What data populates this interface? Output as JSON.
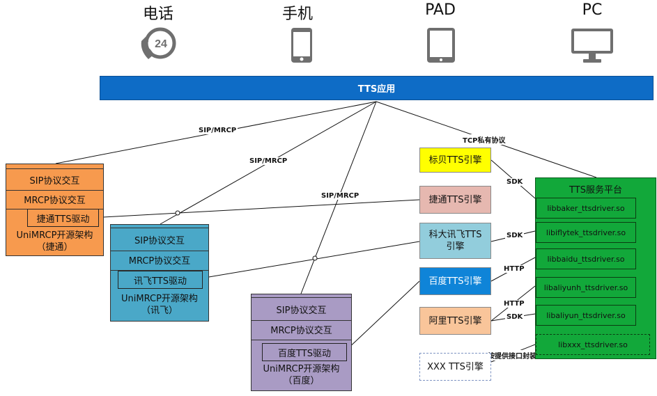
{
  "devices": [
    {
      "label": "电话",
      "icon": "phone-24-icon"
    },
    {
      "label": "手机",
      "icon": "mobile-phone-icon"
    },
    {
      "label": "PAD",
      "icon": "tablet-icon"
    },
    {
      "label": "PC",
      "icon": "desktop-monitor-icon"
    }
  ],
  "phone_badge": "24",
  "app_bar": "TTS应用",
  "protocols": {
    "sip1": "SIP/MRCP",
    "sip2": "SIP/MRCP",
    "sip3": "SIP/MRCP",
    "tcp": "TCP私有协议",
    "sdk1": "SDK",
    "sdk2": "SDK",
    "http1": "HTTP",
    "http2": "HTTP",
    "sdk3": "SDK",
    "iface": "按提供接口封装"
  },
  "stacks": [
    {
      "sip": "SIP协议交互",
      "mrcp": "MRCP协议交互",
      "driver": "捷通TTS驱动",
      "caption1": "UniMRCP开源架构",
      "caption2": "（捷通）"
    },
    {
      "sip": "SIP协议交互",
      "mrcp": "MRCP协议交互",
      "driver": "讯飞TTS驱动",
      "caption1": "UniMRCP开源架构",
      "caption2": "（讯飞）"
    },
    {
      "sip": "SIP协议交互",
      "mrcp": "MRCP协议交互",
      "driver": "百度TTS驱动",
      "caption1": "UniMRCP开源架构",
      "caption2": "（百度）"
    }
  ],
  "engines": [
    {
      "label": "标贝TTS引擎"
    },
    {
      "label": "捷通TTS引擎"
    },
    {
      "label": "科大讯飞TTS引擎",
      "line1": "科大讯飞TTS",
      "line2": "引擎"
    },
    {
      "label": "百度TTS引擎"
    },
    {
      "label": "阿里TTS引擎"
    },
    {
      "label": "XXX TTS引擎"
    }
  ],
  "platform": {
    "title": "TTS服务平台",
    "files": [
      "libbaker_ttsdriver.so",
      "libiflytek_ttsdriver.so",
      "libbaidu_ttsdriver.so",
      "libaliyunh_ttsdriver.so",
      "libaliyun_ttsdriver.so",
      "libxxx_ttsdriver.so"
    ]
  },
  "colors": {
    "app_bar": "#0e6cc6",
    "stack_jietong": "#f79a4e",
    "stack_xunfei": "#4aa8c8",
    "stack_baidu": "#a99bc4",
    "engine_biaobei": "#ffff00",
    "engine_jietong": "#e6b8b0",
    "engine_xunfei": "#92cddc",
    "engine_baidu": "#0f84d8",
    "engine_ali": "#f9c59a",
    "platform": "#12a83a"
  }
}
